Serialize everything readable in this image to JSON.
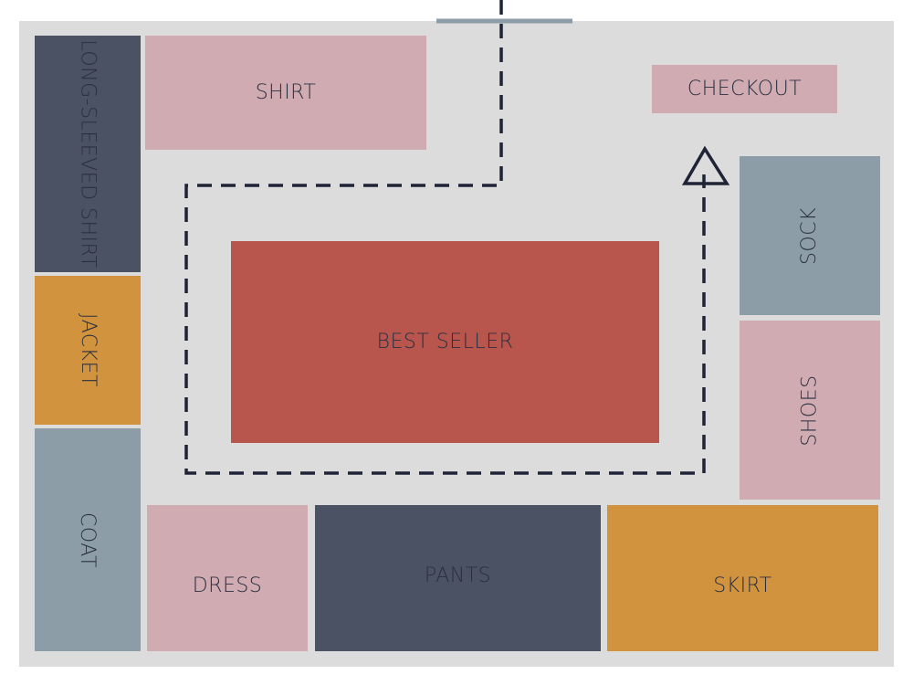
{
  "zones": {
    "long_sleeved_shirt": "LONG-SLEEVED SHIRT",
    "shirt": "SHIRT",
    "checkout": "CHECKOUT",
    "jacket": "JACKET",
    "coat": "COAT",
    "best_seller": "BEST SELLER",
    "sock": "SOCK",
    "shoes": "SHOES",
    "dress": "DRESS",
    "pants": "PANTS",
    "skirt": "SKIRT"
  },
  "colors": {
    "floor": "#dcdcdc",
    "pink": "#d0abb2",
    "navy": "#4b5264",
    "orange": "#d2933e",
    "steel": "#8c9da8",
    "red": "#b8554d",
    "route": "#1e2436",
    "entrance": "#8c9da8"
  }
}
